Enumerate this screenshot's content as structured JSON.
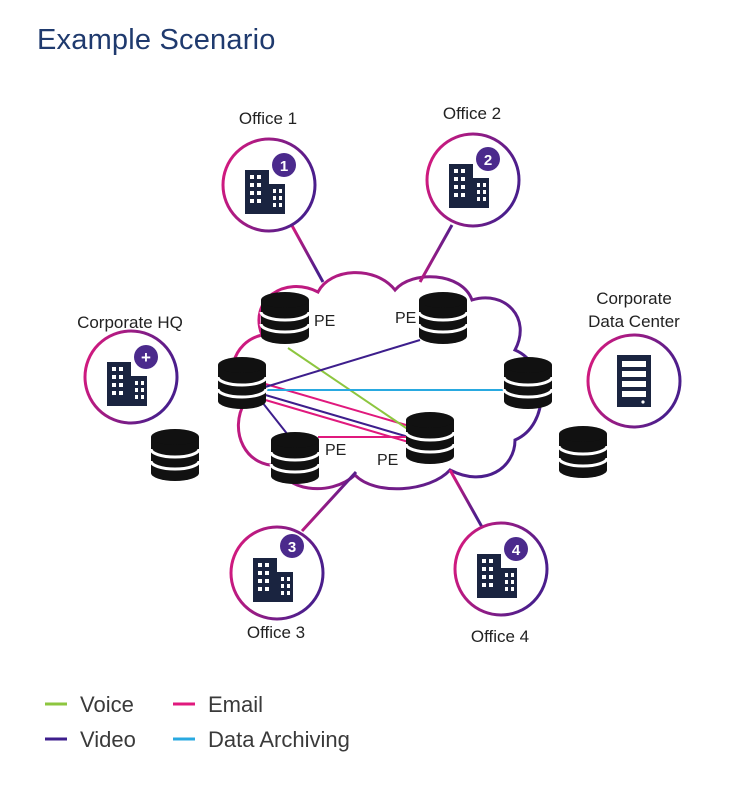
{
  "title": "Example Scenario",
  "colors": {
    "voice": "#8dc63f",
    "video": "#3d1e8c",
    "email": "#e0197d",
    "archiving": "#29a9e0",
    "ring_start": "#e0197d",
    "ring_end": "#4b1e8c",
    "badge": "#4b2a8c",
    "building": "#1a2440",
    "database": "#111111"
  },
  "nodes": {
    "office1": {
      "label": "Office 1",
      "badge": "1"
    },
    "office2": {
      "label": "Office 2",
      "badge": "2"
    },
    "office3": {
      "label": "Office 3",
      "badge": "3"
    },
    "office4": {
      "label": "Office 4",
      "badge": "4"
    },
    "hq": {
      "label": "Corporate HQ",
      "badge": "+"
    },
    "datacenter": {
      "label_line1": "Corporate",
      "label_line2": "Data Center"
    }
  },
  "pe_labels": [
    "PE",
    "PE",
    "PE",
    "PE"
  ],
  "legend": [
    {
      "key": "voice",
      "label": "Voice"
    },
    {
      "key": "email",
      "label": "Email"
    },
    {
      "key": "video",
      "label": "Video"
    },
    {
      "key": "archiving",
      "label": "Data Archiving"
    }
  ]
}
